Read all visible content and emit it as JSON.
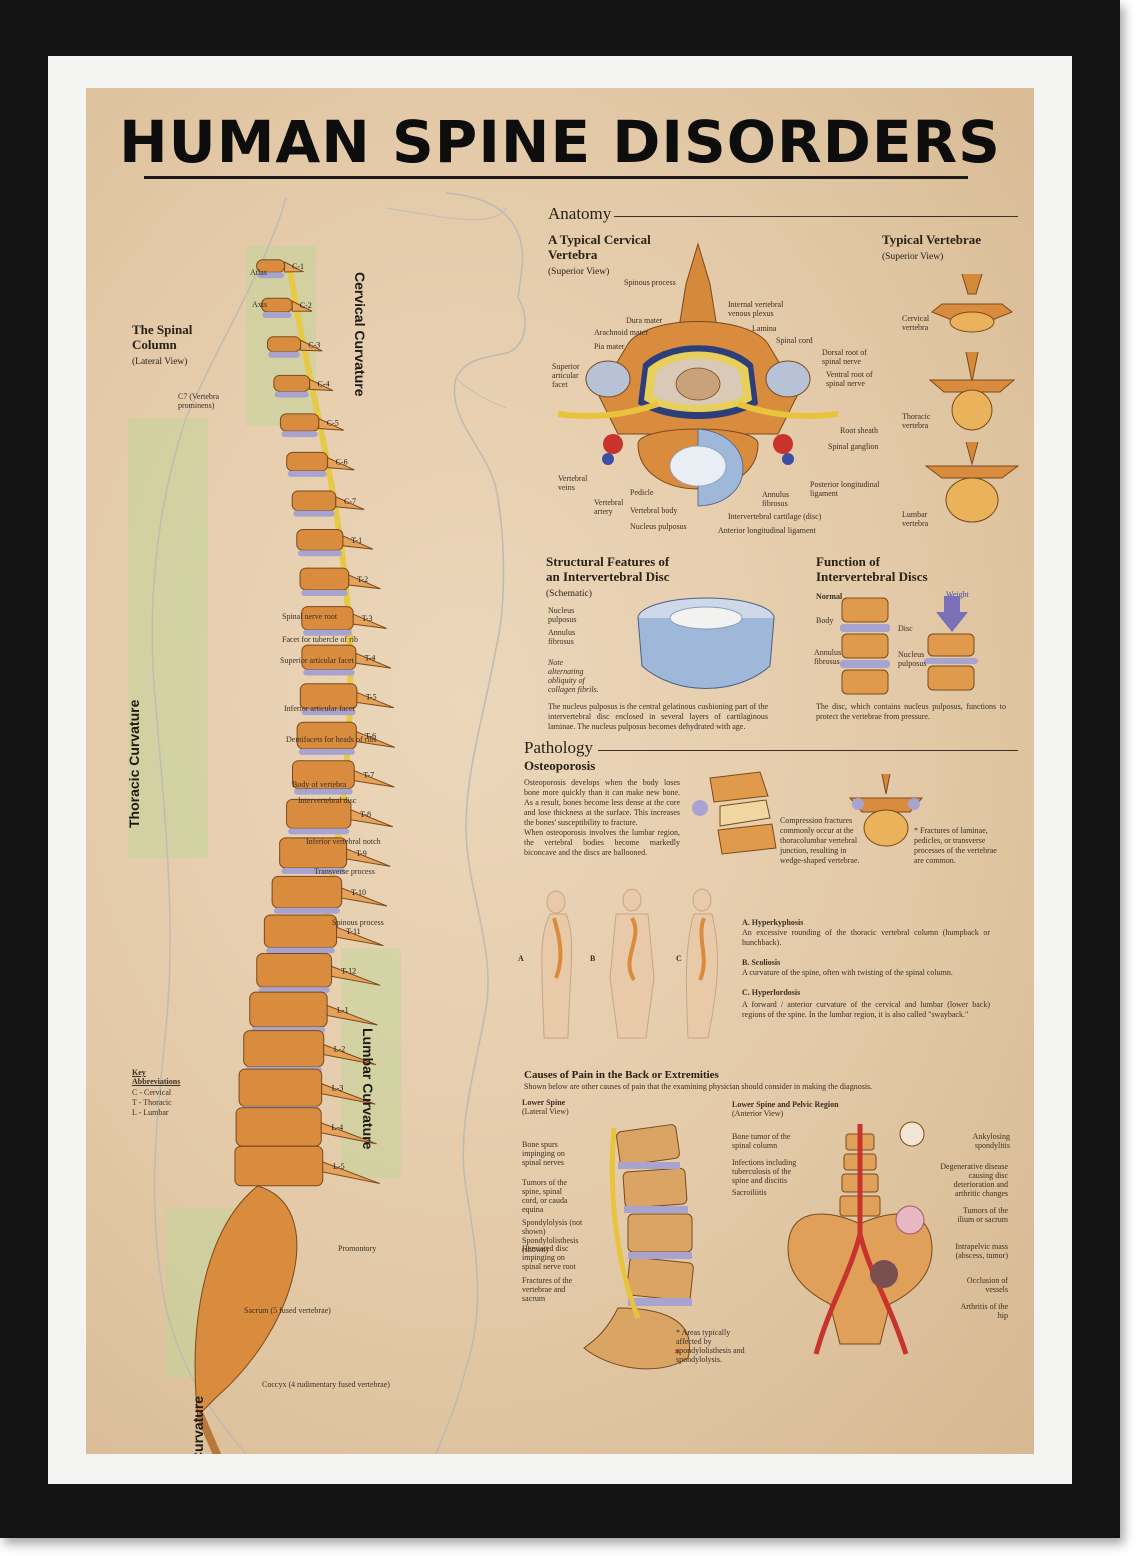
{
  "title": "HUMAN SPINE DISORDERS",
  "spinal_column": {
    "heading": "The Spinal Column",
    "view": "(Lateral View)",
    "curvatures": [
      "Cervical Curvature",
      "Thoracic Curvature",
      "Lumbar Curvature",
      "Sacral Curvature"
    ],
    "vertebra_labels": [
      "C-1",
      "C-2",
      "C-3",
      "C-4",
      "C-5",
      "C-6",
      "C-7",
      "T-1",
      "T-2",
      "T-3",
      "T-4",
      "T-5",
      "T-6",
      "T-7",
      "T-8",
      "T-9",
      "T-10",
      "T-11",
      "T-12",
      "L-1",
      "L-2",
      "L-3",
      "L-4",
      "L-5"
    ],
    "labels": {
      "atlas": "Atlas",
      "axis": "Axis",
      "c7": "C7 (Vertebra prominens)",
      "spinal_nerve_root": "Spinal nerve root",
      "facet_rib": "Facet for tubercle of rib",
      "superior_facet": "Superior articular facet",
      "inferior_facet": "Inferior articular facet",
      "demifacets": "Demifacets for heads of ribs",
      "body": "Body of vertebra",
      "disc": "Intervertebral disc",
      "notch": "Inferior vertebral notch",
      "transverse": "Transverse process",
      "spinous": "Spinous process",
      "promontory": "Promontory",
      "sacrum": "Sacrum (5 fused vertebrae)",
      "coccyx": "Coccyx (4 rudimentary fused vertebrae)"
    },
    "key": {
      "title": "Key Abbreviations",
      "items": [
        "C - Cervical",
        "T - Thoracic",
        "L - Lumbar"
      ]
    }
  },
  "anatomy": {
    "heading": "Anatomy",
    "cervical": {
      "title": "A Typical Cervical Vertebra",
      "view": "(Superior View)",
      "labels": {
        "spinous_process": "Spinous process",
        "dura_mater": "Dura mater",
        "arachnoid_mater": "Arachnoid mater",
        "pia_mater": "Pia mater",
        "superior_facet": "Superior articular facet",
        "venous_plexus": "Internal vertebral venous plexus",
        "lamina": "Lamina",
        "spinal_cord": "Spinal cord",
        "dorsal_root": "Dorsal root of spinal nerve",
        "ventral_root": "Ventral root of spinal nerve",
        "root_sheath": "Root sheath",
        "spinal_ganglion": "Spinal ganglion",
        "vertebral_veins": "Vertebral veins",
        "vertebral_artery": "Vertebral artery",
        "pedicle": "Pedicle",
        "vertebral_body": "Vertebral body",
        "annulus": "Annulus fibrosus",
        "posterior_ligament": "Posterior longitudinal ligament",
        "cartilage": "Intervertebral cartilage (disc)",
        "nucleus": "Nucleus pulposus",
        "anterior_ligament": "Anterior longitudinal ligament"
      }
    },
    "typical": {
      "title": "Typical Vertebrae",
      "view": "(Superior View)",
      "items": [
        "Cervical vertebra",
        "Thoracic vertebra",
        "Lumbar vertebra"
      ]
    },
    "disc_structure": {
      "title": "Structural Features of an Intervertebral Disc",
      "view": "(Schematic)",
      "labels": [
        "Nucleus pulposus",
        "Annulus fibrosus"
      ],
      "note": "Note alternating obliquity of collagen fibrils.",
      "caption": "The nucleus pulposus is the central gelatinous cushioning part of the intervertebral disc enclosed in several layers of cartilaginous laminae. The nucleus pulposus becomes dehydrated with age."
    },
    "disc_function": {
      "title": "Function of Intervertebral Discs",
      "normal": "Normal",
      "weight": "Weight",
      "labels": [
        "Body",
        "Disc",
        "Annulus fibrosus",
        "Nucleus pulposus"
      ],
      "caption": "The disc, which contains nucleus pulposus, functions to protect the vertebrae from pressure."
    }
  },
  "pathology": {
    "heading": "Pathology",
    "osteoporosis": {
      "title": "Osteoporosis",
      "text1": "Osteoporosis develops when the body loses bone more quickly than it can make new bone. As a result, bones become less dense at the core and lose thickness at the surface. This increases the bones' susceptibility to fracture.",
      "text2": "When osteoporosis involves the lumbar region, the vertebral bodies become markedly biconcave and the discs are ballooned.",
      "compression": "Compression fractures commonly occur at the thoracolumbar vertebral junction, resulting in wedge-shaped vertebrae.",
      "fractures": "* Fractures of laminae, pedicles, or transverse processes of the vertebrae are common."
    },
    "figure_letters": [
      "A",
      "B",
      "C"
    ],
    "curvatures": [
      {
        "title": "A. Hyperkyphosis",
        "text": "An excessive rounding of the thoracic vertebral column (humpback or hunchback)."
      },
      {
        "title": "B. Scoliosis",
        "text": "A curvature of the spine, often with twisting of the spinal column."
      },
      {
        "title": "C. Hyperlordosis",
        "text": "A forward / anterior curvature of the cervical and lumbar (lower back) regions of the spine. In the lumbar region, it is also called \"swayback.\""
      }
    ],
    "pain": {
      "title": "Causes of Pain in the Back or Extremities",
      "intro": "Shown below are other causes of pain that the examining physician should consider in making the diagnosis.",
      "lower_spine": {
        "title": "Lower Spine",
        "view": "(Lateral View)",
        "labels": [
          "Bone spurs impinging on spinal nerves",
          "Tumors of the spine, spinal cord, or cauda equina",
          "Spondylolysis (not shown) Spondylolisthesis (shown)",
          "Herniated disc impinging on spinal nerve root",
          "Fractures of the vertebrae and sacrum"
        ],
        "areas": "* Areas typically affected by spondylolisthesis and spondylolysis."
      },
      "pelvic": {
        "title": "Lower Spine and Pelvic Region",
        "view": "(Anterior View)",
        "left_labels": [
          "Bone tumor of the spinal column",
          "Infections including tuberculosis of the spine and discitis",
          "Sacroiliitis"
        ],
        "right_labels": [
          "Ankylosing spondylitis",
          "Degenerative disease causing disc deterioration and arthritic changes",
          "Tumors of the ilium or sacrum",
          "Intrapelvic mass (abscess, tumor)",
          "Occlusion of vessels",
          "Arthritis of the hip"
        ]
      }
    }
  },
  "colors": {
    "frame": "#141414",
    "parchment": "#e6cdaa",
    "bone": "#d98c3e",
    "disc": "#a9a3cf",
    "nerve": "#e7c948",
    "artery": "#c8342c"
  }
}
